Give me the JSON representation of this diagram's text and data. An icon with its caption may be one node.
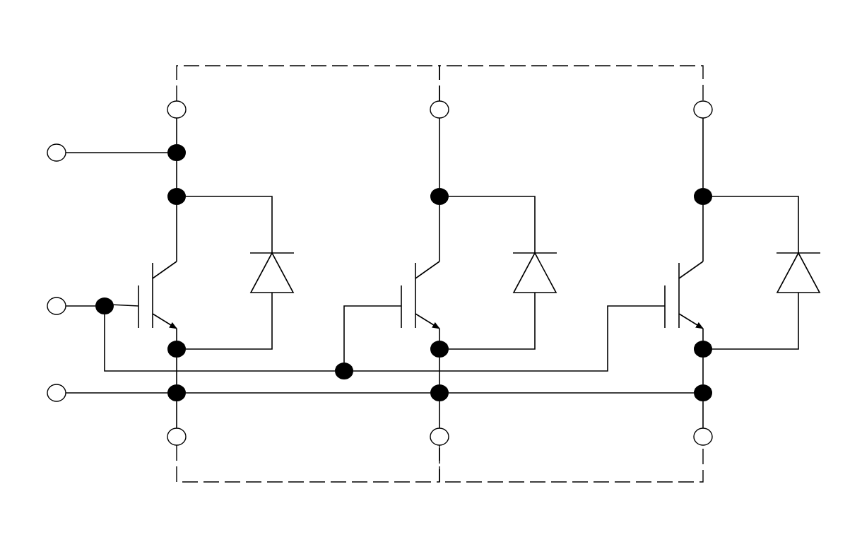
{
  "diagram": {
    "nodes": [
      {
        "text": [],
        "shape": "circle"
      },
      {
        "text": [],
        "shape": "circle"
      },
      {
        "text": [],
        "shape": "circle"
      },
      {
        "text": [],
        "shape": "circle"
      },
      {
        "text": [],
        "shape": "circle"
      },
      {
        "text": [],
        "shape": "circle"
      },
      {
        "text": [],
        "shape": "circle"
      },
      {
        "text": [],
        "shape": "circle"
      },
      {
        "text": [],
        "shape": "circle"
      },
      {
        "text": [],
        "shape": "dot"
      },
      {
        "text": [],
        "shape": "dot"
      },
      {
        "text": [],
        "shape": "dot"
      },
      {
        "text": [],
        "shape": "dot"
      },
      {
        "text": [],
        "shape": "dot"
      },
      {
        "text": [],
        "shape": "dot"
      },
      {
        "text": [],
        "shape": "dot"
      },
      {
        "text": [],
        "shape": "dot"
      },
      {
        "text": [],
        "shape": "dot"
      },
      {
        "text": [],
        "shape": "dot"
      },
      {
        "text": [],
        "shape": "dot"
      },
      {
        "text": [],
        "shape": "dot"
      },
      {
        "text": [],
        "shape": "transistor"
      },
      {
        "text": [],
        "shape": "transistor"
      },
      {
        "text": [],
        "shape": "transistor"
      },
      {
        "text": [],
        "shape": "diode"
      },
      {
        "text": [],
        "shape": "diode"
      },
      {
        "text": [],
        "shape": "diode"
      }
    ],
    "edges": [
      {
        "from": 0,
        "to": 1,
        "arrow": "none",
        "style": "dashed"
      },
      {
        "from": 1,
        "to": 2,
        "arrow": "none",
        "style": "dashed"
      },
      {
        "from": 0,
        "to": 9,
        "arrow": "none"
      },
      {
        "from": 3,
        "to": 9,
        "arrow": "none"
      },
      {
        "from": 9,
        "to": 10,
        "arrow": "none"
      },
      {
        "from": 10,
        "to": 21,
        "arrow": "none"
      },
      {
        "from": 10,
        "to": 24,
        "arrow": "none"
      },
      {
        "from": 24,
        "to": 14,
        "arrow": "none"
      },
      {
        "from": 21,
        "to": 14,
        "arrow": "none"
      },
      {
        "from": 4,
        "to": 13,
        "arrow": "none"
      },
      {
        "from": 13,
        "to": 21,
        "arrow": "none"
      },
      {
        "from": 13,
        "to": 17,
        "arrow": "none"
      },
      {
        "from": 17,
        "to": 22,
        "arrow": "none"
      },
      {
        "from": 17,
        "to": 23,
        "arrow": "none"
      },
      {
        "from": 1,
        "to": 11,
        "arrow": "none"
      },
      {
        "from": 11,
        "to": 22,
        "arrow": "none"
      },
      {
        "from": 11,
        "to": 25,
        "arrow": "none"
      },
      {
        "from": 25,
        "to": 15,
        "arrow": "none"
      },
      {
        "from": 22,
        "to": 15,
        "arrow": "none"
      },
      {
        "from": 2,
        "to": 12,
        "arrow": "none"
      },
      {
        "from": 12,
        "to": 23,
        "arrow": "none"
      },
      {
        "from": 12,
        "to": 26,
        "arrow": "none"
      },
      {
        "from": 26,
        "to": 16,
        "arrow": "none"
      },
      {
        "from": 23,
        "to": 16,
        "arrow": "none"
      },
      {
        "from": 14,
        "to": 18,
        "arrow": "none"
      },
      {
        "from": 15,
        "to": 19,
        "arrow": "none"
      },
      {
        "from": 16,
        "to": 20,
        "arrow": "none"
      },
      {
        "from": 5,
        "to": 18,
        "arrow": "none"
      },
      {
        "from": 18,
        "to": 19,
        "arrow": "none"
      },
      {
        "from": 19,
        "to": 20,
        "arrow": "none"
      },
      {
        "from": 18,
        "to": 6,
        "arrow": "none"
      },
      {
        "from": 19,
        "to": 7,
        "arrow": "none"
      },
      {
        "from": 20,
        "to": 8,
        "arrow": "none"
      },
      {
        "from": 6,
        "to": 7,
        "arrow": "none",
        "style": "dashed"
      },
      {
        "from": 7,
        "to": 8,
        "arrow": "none",
        "style": "dashed"
      }
    ]
  }
}
